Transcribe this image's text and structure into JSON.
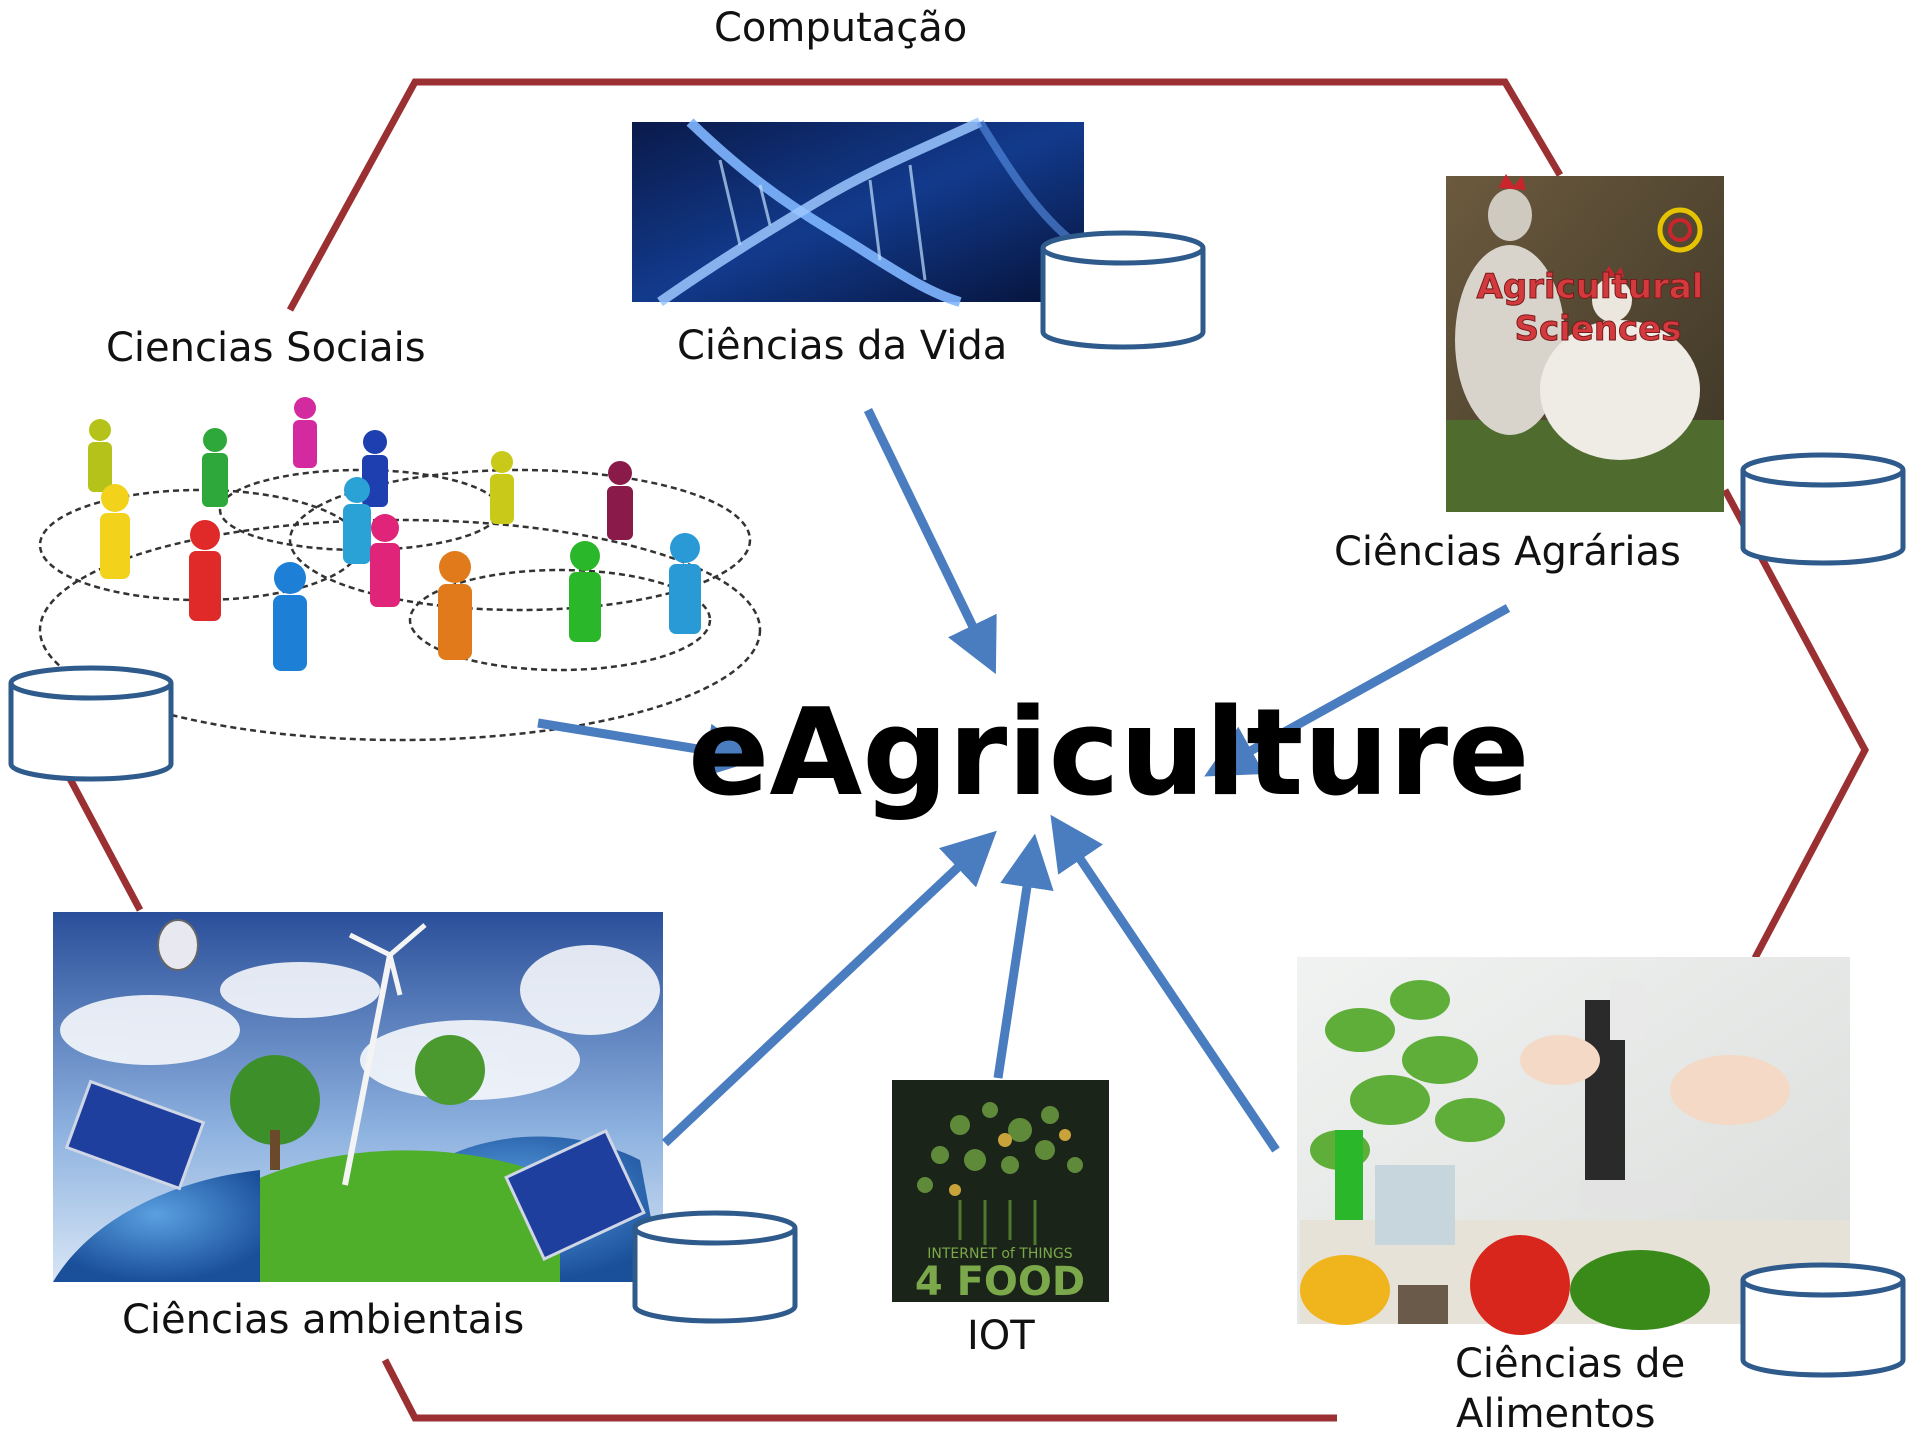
{
  "diagram": {
    "frame_label": "Computação",
    "center_title": "eAgriculture",
    "nodes": {
      "social": {
        "label": "Ciencias Sociais"
      },
      "life": {
        "label": "Ciências da Vida"
      },
      "agrarian": {
        "label": "Ciências Agrárias",
        "book_title_line1": "Agricultural",
        "book_title_line2": "Sciences"
      },
      "environmental": {
        "label": "Ciências ambientais"
      },
      "iot": {
        "label": "IOT",
        "poster_line1": "INTERNET of THINGS",
        "poster_line2": "4 FOOD"
      },
      "food": {
        "label_line1": "Ciências de",
        "label_line2": "Alimentos"
      }
    }
  },
  "colors": {
    "frame": "#9b3033",
    "arrow": "#4a7cc0",
    "database_stroke": "#2e5a8c",
    "text": "#111111"
  },
  "icons": {
    "database": "database-cylinder-icon",
    "arrow": "arrow-icon"
  }
}
